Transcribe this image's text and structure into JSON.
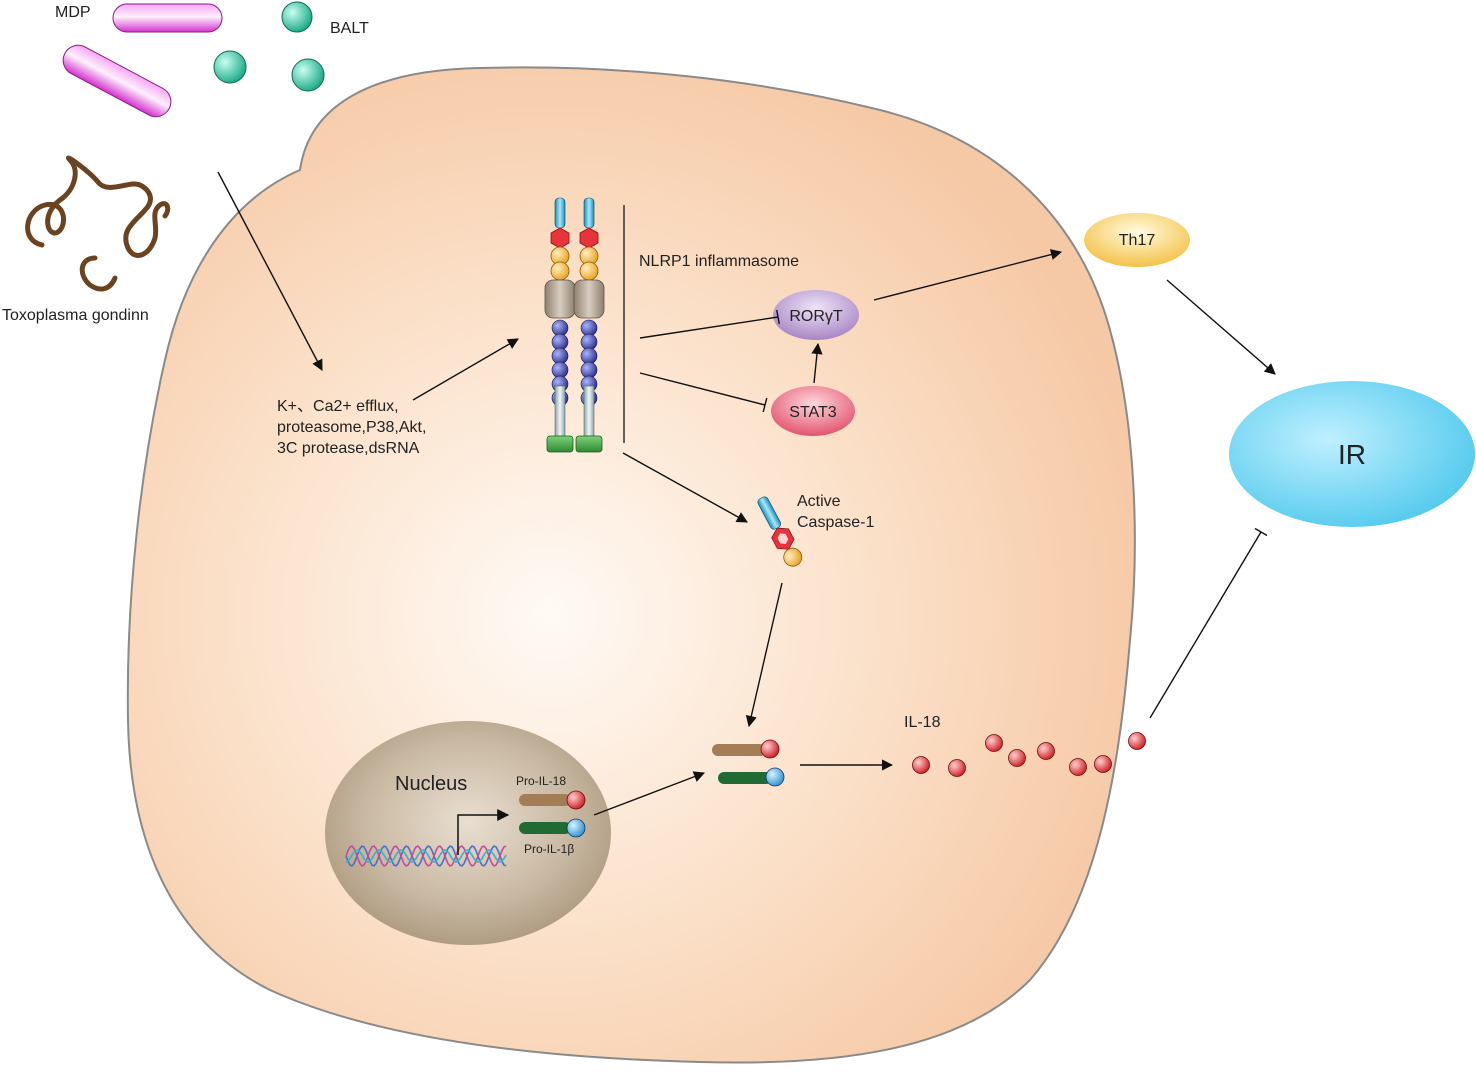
{
  "labels": {
    "mdp": "MDP",
    "balt": "BALT",
    "toxoplasma": "Toxoplasma  gondinn",
    "triggers": [
      "K+、Ca2+ efflux,",
      "proteasome,P38,Akt,",
      "3C protease,dsRNA"
    ],
    "nlrp1": "NLRP1 inflammasome",
    "rorgt": "RORγT",
    "stat3": "STAT3",
    "th17": "Th17",
    "ir": "IR",
    "caspase": [
      "Active",
      "Caspase-1"
    ],
    "nucleus": "Nucleus",
    "pro_il18": "Pro-IL-18",
    "pro_il1b": "Pro-IL-1β",
    "il18": "IL-18"
  },
  "colors": {
    "cell": "#f8cfae",
    "cell_center": "#fff6ef",
    "nucleus": "#b9a68e",
    "mdp": "#e44fe0",
    "balt": "#26b893",
    "toxoplasma": "#6b4320",
    "rorgt": "#b18fcb",
    "stat3": "#e85c74",
    "th17": "#f5c54d",
    "ir": "#63cfee",
    "il18_dot": "#e0242a",
    "pro_il18_bar": "#a47c56",
    "pro_il1b_bar": "#1f6b33"
  }
}
